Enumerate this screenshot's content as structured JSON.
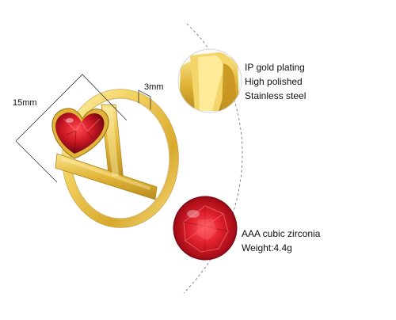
{
  "dimensions": {
    "length_label": "15mm",
    "width_label": "3mm"
  },
  "features": {
    "metal": [
      "IP gold plating",
      "High polished",
      "Stainless steel"
    ],
    "stone": [
      "AAA cubic zirconia",
      "Weight:4.4g"
    ]
  },
  "colors": {
    "gold_light": "#f7df7a",
    "gold_mid": "#e9c248",
    "gold_dark": "#c1901f",
    "gem_red": "#d01a25",
    "gem_dark": "#7a0712",
    "line": "#333333",
    "dashed": "#555555"
  }
}
